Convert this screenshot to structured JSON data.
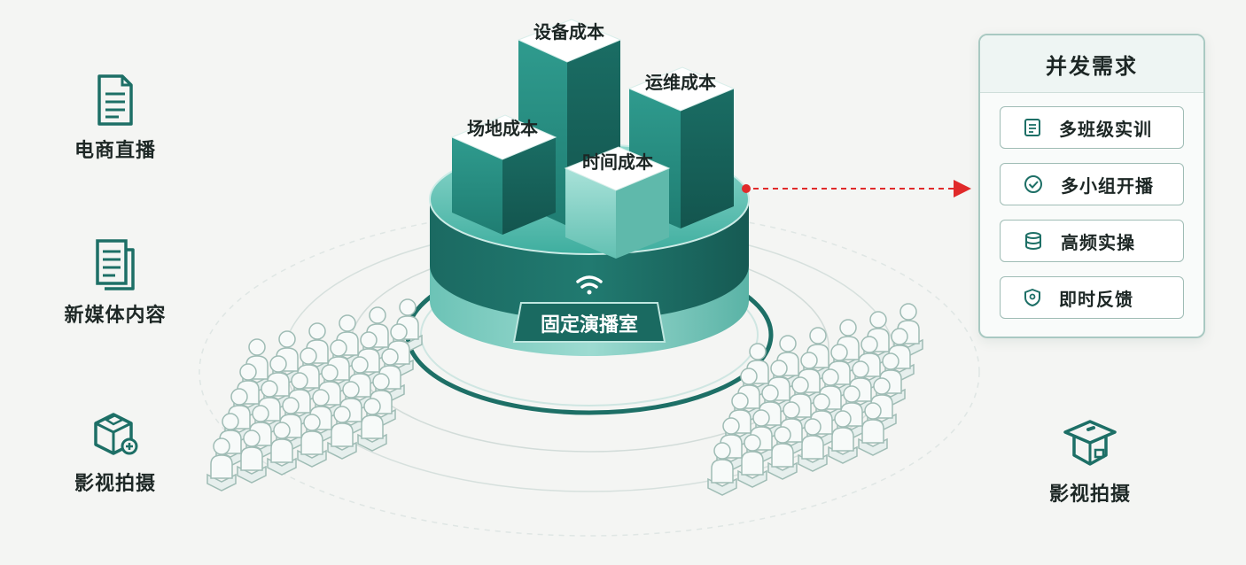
{
  "left_scenarios": [
    {
      "label": "电商直播",
      "icon": "document-icon"
    },
    {
      "label": "新媒体内容",
      "icon": "document-stack-icon"
    },
    {
      "label": "影视拍摄",
      "icon": "camera-box-icon"
    }
  ],
  "cost_blocks": [
    "设备成本",
    "运维成本",
    "场地成本",
    "时间成本"
  ],
  "studio": {
    "label": "固定演播室",
    "icon": "wifi-signal-icon"
  },
  "demand_panel": {
    "title": "并发需求",
    "items": [
      {
        "label": "多班级实训",
        "icon": "list-doc-icon"
      },
      {
        "label": "多小组开播",
        "icon": "check-circle-icon"
      },
      {
        "label": "高频实操",
        "icon": "database-icon"
      },
      {
        "label": "即时反馈",
        "icon": "shield-icon"
      }
    ]
  },
  "right_scenario": {
    "label": "影视拍摄",
    "icon": "graduation-cap-icon"
  },
  "colors": {
    "teal_dark": "#1d6f66",
    "teal": "#2a9a8c",
    "teal_light": "#7ccfc3",
    "arrow_red": "#e02a2a",
    "figure_stroke": "#9fbcb5"
  }
}
